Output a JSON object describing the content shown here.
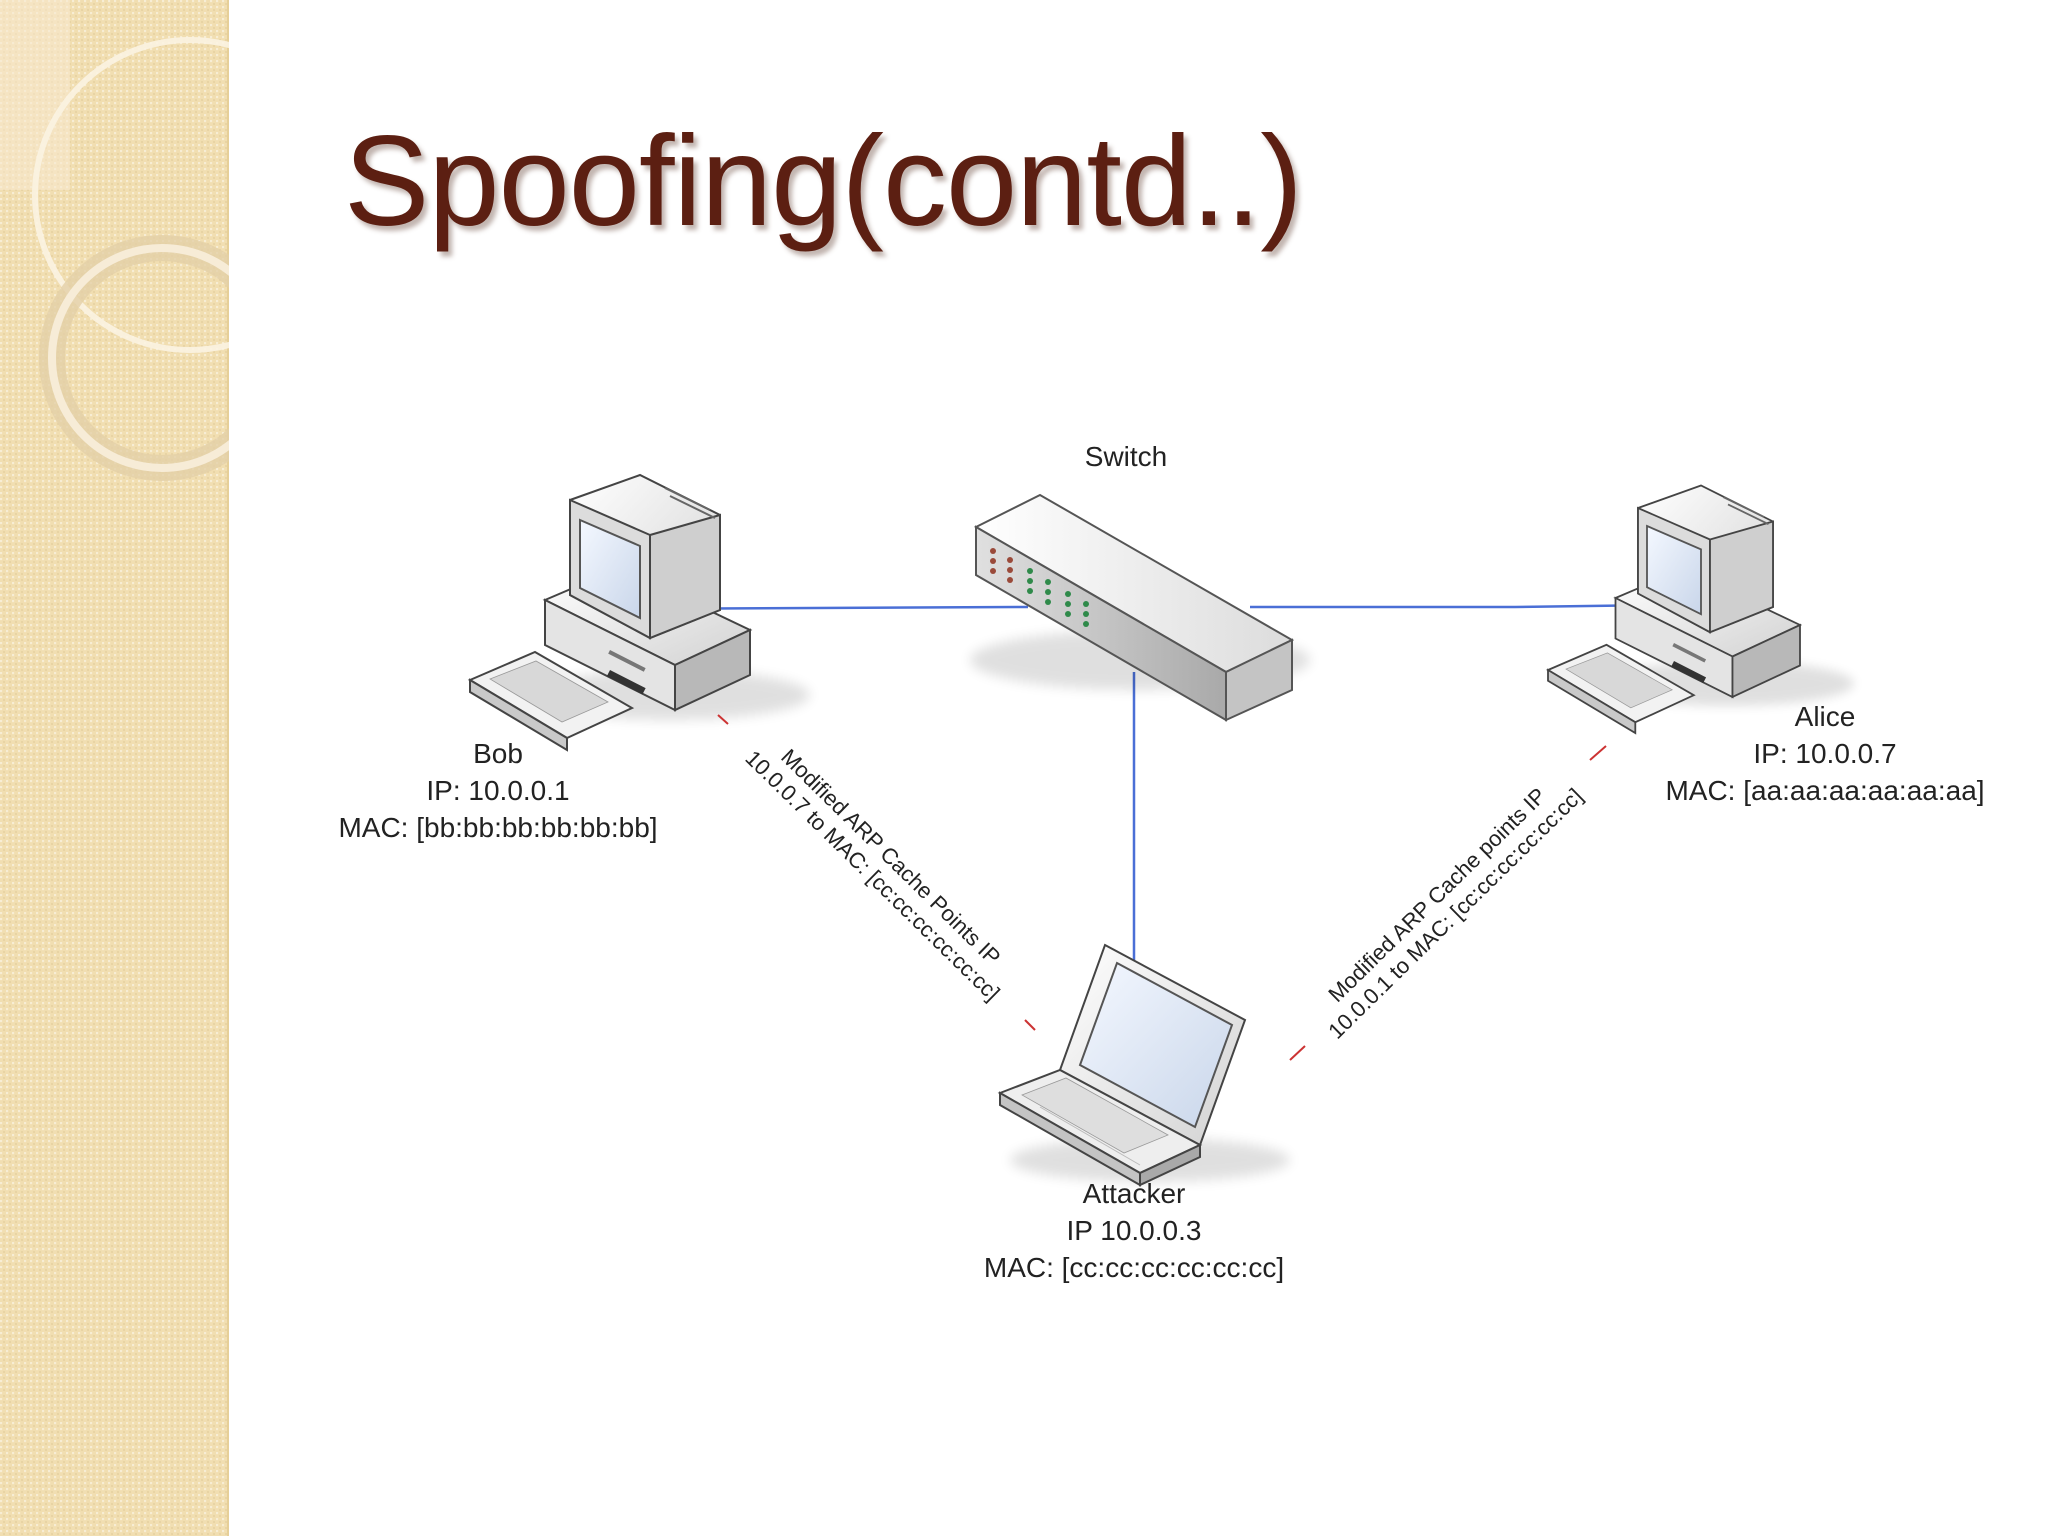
{
  "slide": {
    "title": "Spoofing(contd..)"
  },
  "colors": {
    "title": "#5c1f12",
    "side_band": "#f1deb1",
    "network_line": "#4a6fd6",
    "poison_marker": "#cc3333"
  },
  "diagram": {
    "switch": {
      "label": "Switch",
      "icon": "network-switch-icon"
    },
    "bob": {
      "name": "Bob",
      "ip": "IP: 10.0.0.1",
      "mac": "MAC: [bb:bb:bb:bb:bb:bb]",
      "icon": "desktop-computer-icon"
    },
    "alice": {
      "name": "Alice",
      "ip": "IP: 10.0.0.7",
      "mac": "MAC: [aa:aa:aa:aa:aa:aa]",
      "icon": "desktop-computer-icon"
    },
    "attacker": {
      "name": "Attacker",
      "ip": "IP 10.0.0.3",
      "mac": "MAC: [cc:cc:cc:cc:cc:cc]",
      "icon": "laptop-icon"
    },
    "poison_bob": {
      "line1": "Modified ARP Cache Points IP",
      "line2": "10.0.0.7 to MAC: [cc:cc:cc:cc:cc:cc]"
    },
    "poison_alice": {
      "line1": "Modified ARP Cache points IP",
      "line2": "10.0.0.1 to MAC: [cc:cc:cc:cc:cc:cc]"
    }
  }
}
